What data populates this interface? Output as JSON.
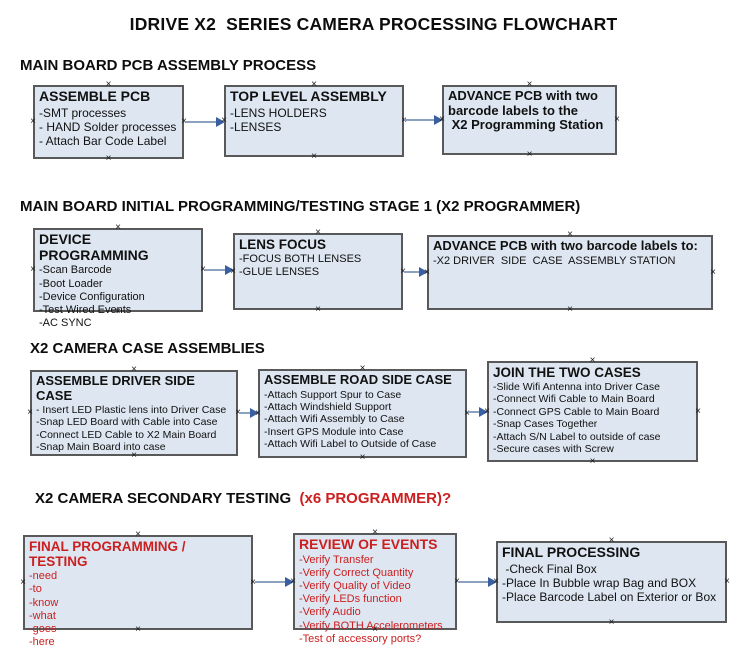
{
  "title": "IDRIVE X2  SERIES CAMERA PROCESSING FLOWCHART",
  "colors": {
    "box_fill": "#dde6f1",
    "box_border": "#595959",
    "arrow_line": "#8ba3c0",
    "arrow_head": "#3a5fa0",
    "red_text": "#cc1f1f",
    "black_text": "#111111"
  },
  "icons": {
    "anchor_glyph": "×",
    "arrow_head": "right-pointing-triangle"
  },
  "sections": [
    {
      "heading": "MAIN BOARD PCB ASSEMBLY PROCESS",
      "boxes": [
        {
          "title": "ASSEMBLE PCB",
          "items": [
            "-SMT processes",
            "- HAND Solder processes",
            "- Attach Bar Code Label"
          ]
        },
        {
          "title": "TOP LEVEL ASSEMBLY",
          "items": [
            "-LENS HOLDERS",
            "-LENSES"
          ]
        },
        {
          "title": "ADVANCE PCB with two\nbarcode labels to the\n X2 Programming Station",
          "items": []
        }
      ]
    },
    {
      "heading": "MAIN BOARD INITIAL PROGRAMMING/TESTING STAGE 1 (X2 PROGRAMMER)",
      "boxes": [
        {
          "title": "DEVICE PROGRAMMING",
          "items": [
            "-Scan Barcode",
            "-Boot Loader",
            "-Device Configuration",
            "-Test Wired Events",
            "-AC SYNC"
          ]
        },
        {
          "title": "LENS FOCUS",
          "items": [
            "-FOCUS BOTH LENSES",
            "-GLUE LENSES"
          ]
        },
        {
          "title": "ADVANCE PCB with two barcode labels to:",
          "items": [
            "-X2 DRIVER  SIDE  CASE  ASSEMBLY STATION"
          ]
        }
      ]
    },
    {
      "heading": "X2 CAMERA CASE ASSEMBLIES",
      "boxes": [
        {
          "title": "ASSEMBLE DRIVER SIDE CASE",
          "items": [
            "- Insert LED Plastic lens into Driver Case",
            "-Snap LED Board with Cable into Case",
            "-Connect LED Cable to X2 Main Board",
            "-Snap Main Board into case"
          ]
        },
        {
          "title": "ASSEMBLE ROAD SIDE CASE",
          "items": [
            "-Attach Support Spur to Case",
            "-Attach Windshield Support",
            "-Attach Wifi Assembly to Case",
            "-Insert GPS Module into Case",
            "-Attach Wifi Label to Outside of Case"
          ]
        },
        {
          "title": "JOIN THE TWO CASES",
          "items": [
            "-Slide Wifi Antenna into Driver Case",
            "-Connect Wifi Cable to Main Board",
            "-Connect GPS Cable to Main Board",
            "-Snap Cases Together",
            "-Attach S/N Label to outside of case",
            "-Secure cases with Screw"
          ]
        }
      ]
    },
    {
      "heading": "X2 CAMERA SECONDARY TESTING  ",
      "heading_red": "(x6 PROGRAMMER)?",
      "boxes": [
        {
          "title": "FINAL PROGRAMMING / TESTING",
          "items": [
            "-need",
            "-to",
            "-know",
            "-what",
            "-goes",
            "-here"
          ]
        },
        {
          "title": "REVIEW OF EVENTS",
          "items": [
            "-Verify Transfer",
            "-Verify Correct Quantity",
            "-Verify Quality of Video",
            "-Verify LEDs function",
            "-Verify Audio",
            "-Verify BOTH Accelerometers",
            "-Test of accessory ports?"
          ]
        },
        {
          "title": "FINAL PROCESSING",
          "items": [
            " -Check Final Box",
            "-Place In Bubble wrap Bag and BOX",
            "-Place Barcode Label on Exterior or Box"
          ]
        }
      ]
    }
  ]
}
